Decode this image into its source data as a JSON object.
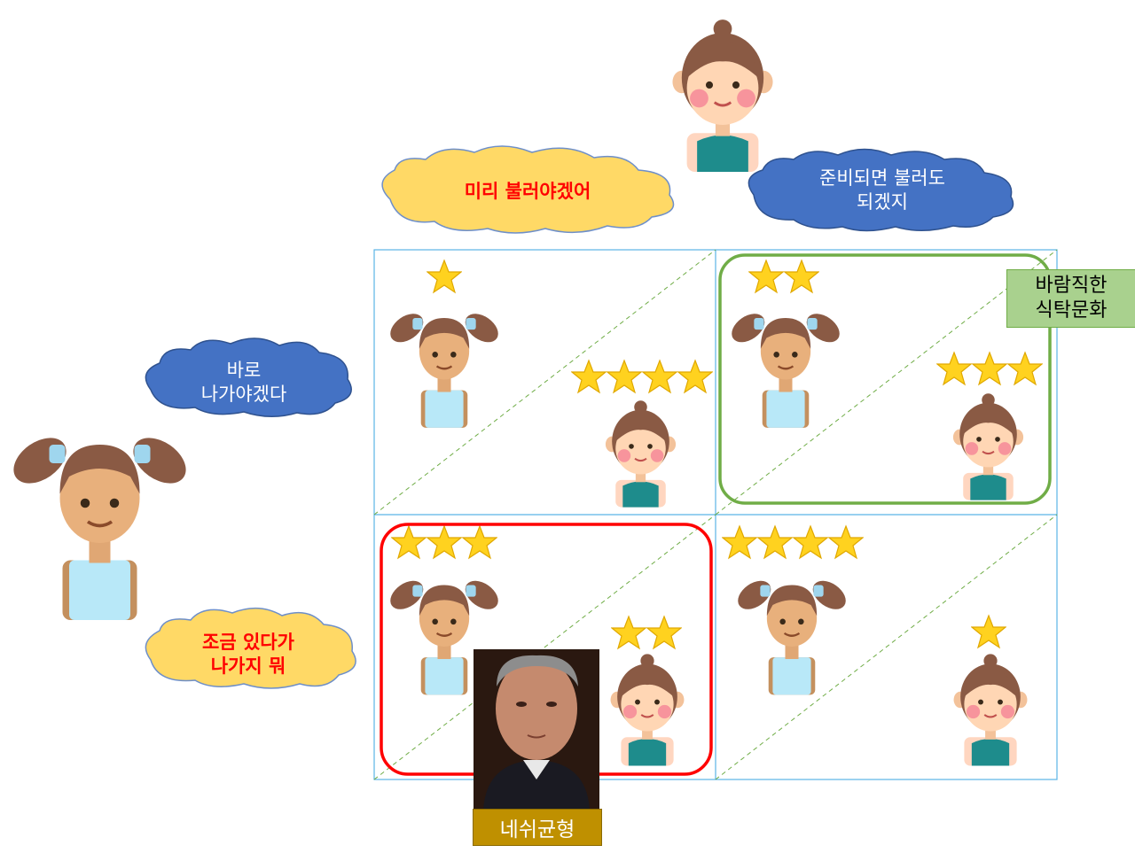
{
  "speech": {
    "top_left": "미리 불러야겠어",
    "top_right_line1": "준비되면 불러도",
    "top_right_line2": "되겠지",
    "left_top_line1": "바로",
    "left_top_line2": "나가야겠다",
    "left_bottom_line1": "조금 있다가",
    "left_bottom_line2": "나가지 뭐"
  },
  "labels": {
    "desirable_line1": "바람직한",
    "desirable_line2": "식탁문화",
    "nash": "네쉬균형"
  },
  "matrix": {
    "cells": [
      {
        "row": "바로 나가야겠다",
        "col": "미리 불러야겠어",
        "row_player_stars": 1,
        "col_player_stars": 4
      },
      {
        "row": "바로 나가야겠다",
        "col": "준비되면 불러도 되겠지",
        "row_player_stars": 2,
        "col_player_stars": 3
      },
      {
        "row": "조금 있다가 나가지 뭐",
        "col": "미리 불러야겠어",
        "row_player_stars": 3,
        "col_player_stars": 2
      },
      {
        "row": "조금 있다가 나가지 뭐",
        "col": "준비되면 불러도 되겠지",
        "row_player_stars": 4,
        "col_player_stars": 1
      }
    ]
  },
  "colors": {
    "grid": "#5ab4e6",
    "yellow_cloud": "#ffd966",
    "blue_cloud": "#4472c4",
    "green_box": "#70ad47",
    "red_box": "#ff0000",
    "label_green": "#a9d18e",
    "label_gold": "#bf9000",
    "star": "#ffd21f"
  }
}
